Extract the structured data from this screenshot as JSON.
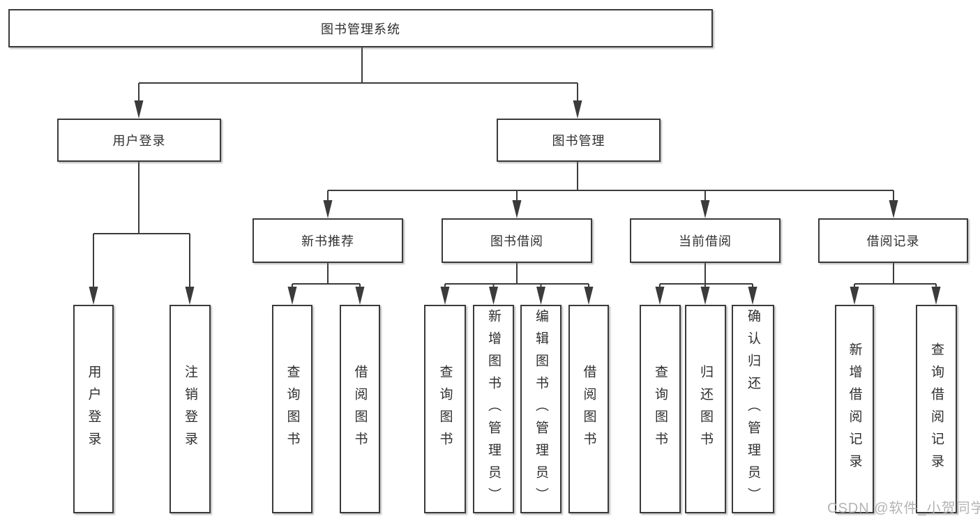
{
  "nodes": {
    "root": "图书管理系统",
    "user_login": "用户登录",
    "book_mgmt": "图书管理",
    "new_book_rec": "新书推荐",
    "book_borrow": "图书借阅",
    "current_borrow": "当前借阅",
    "borrow_records": "借阅记录",
    "leaf_user_login": "用户登录",
    "leaf_logout": "注销登录",
    "leaf_query_book_rec": "查询图书",
    "leaf_borrow_book_rec": "借阅图书",
    "leaf_query_book_borrow": "查询图书",
    "leaf_add_book_admin": "新增图书（管理员）",
    "leaf_edit_book_admin": "编辑图书（管理员）",
    "leaf_borrow_book_borrow": "借阅图书",
    "leaf_query_book_current": "查询图书",
    "leaf_return_book": "归还图书",
    "leaf_confirm_return_admin": "确认归还（管理员）",
    "leaf_add_borrow_record": "新增借阅记录",
    "leaf_query_borrow_record": "查询借阅记录"
  },
  "watermark": "CSDN @软件_小贺同学",
  "colors": {
    "line": "#3b3b3b",
    "box_border": "#3a3a3a",
    "text": "#2f2f2f",
    "watermark": "#afafaf",
    "background": "#ffffff"
  }
}
